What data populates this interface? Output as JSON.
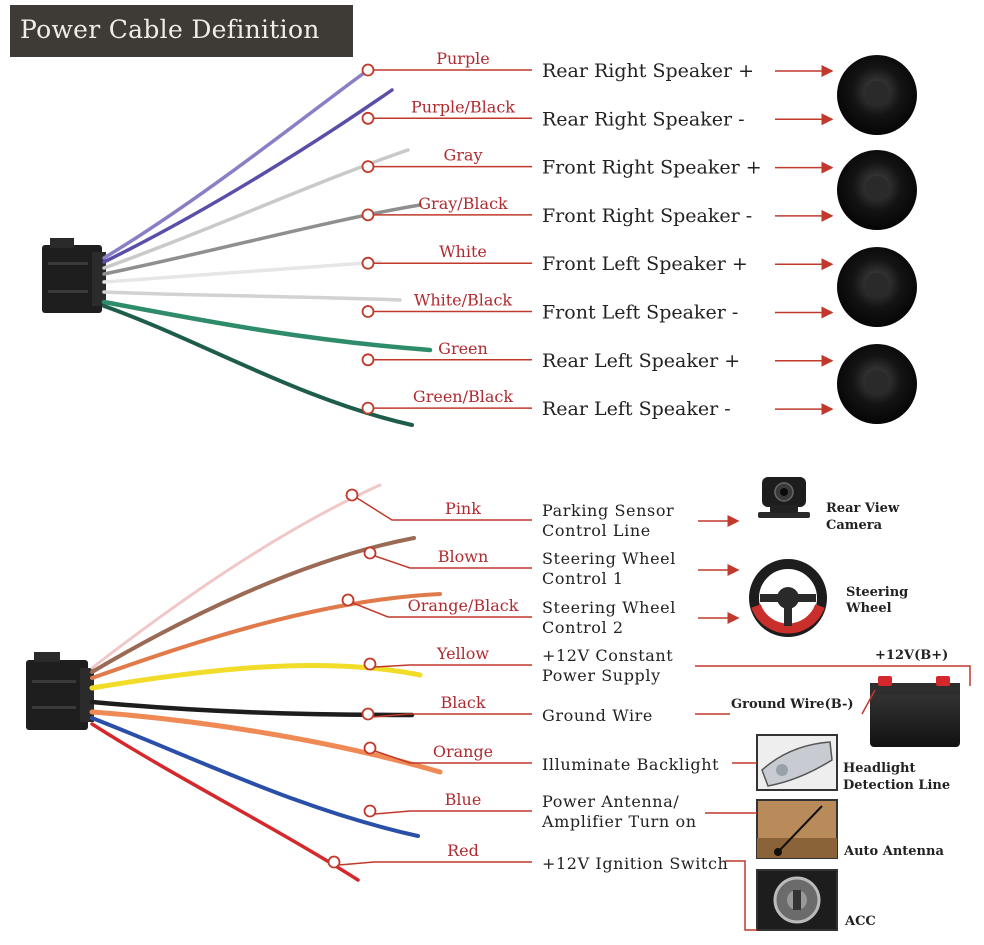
{
  "title": "Power Cable Definition",
  "colors": {
    "accent_red": "#c0392b",
    "title_bg": "#3e3a36",
    "title_text": "#f1ede6"
  },
  "speaker_wires": [
    {
      "label": "Purple",
      "function": "Rear Right Speaker +",
      "color": "#8a7fc4"
    },
    {
      "label": "Purple/Black",
      "function": "Rear Right Speaker -",
      "color": "#5a4fa8"
    },
    {
      "label": "Gray",
      "function": "Front Right Speaker +",
      "color": "#c9c9c9"
    },
    {
      "label": "Gray/Black",
      "function": "Front Right Speaker -",
      "color": "#8f8f8f"
    },
    {
      "label": "White",
      "function": "Front Left Speaker +",
      "color": "#e6e6e6"
    },
    {
      "label": "White/Black",
      "function": "Front Left Speaker -",
      "color": "#d2d2d2"
    },
    {
      "label": "Green",
      "function": "Rear Left Speaker +",
      "color": "#2f8c6a"
    },
    {
      "label": "Green/Black",
      "function": "Rear Left Speaker -",
      "color": "#1e5d4c"
    }
  ],
  "power_wires": [
    {
      "label": "Pink",
      "function": [
        "Parking Sensor",
        "Control Line"
      ],
      "color": "#f0c8c8"
    },
    {
      "label": "Blown",
      "function": [
        "Steering Wheel",
        "Control 1"
      ],
      "color": "#9a6a55"
    },
    {
      "label": "Orange/Black",
      "function": [
        "Steering Wheel",
        "Control 2"
      ],
      "color": "#e07a4a"
    },
    {
      "label": "Yellow",
      "function": [
        "+12V Constant",
        "Power Supply"
      ],
      "color": "#f2dc2a"
    },
    {
      "label": "Black",
      "function": [
        "Ground Wire"
      ],
      "color": "#1d1d1d"
    },
    {
      "label": "Orange",
      "function": [
        "Illuminate Backlight"
      ],
      "color": "#f08a55"
    },
    {
      "label": "Blue",
      "function": [
        "Power Antenna/",
        "Amplifier Turn on"
      ],
      "color": "#2a4fa8"
    },
    {
      "label": "Red",
      "function": [
        "+12V Ignition Switch"
      ],
      "color": "#d4282c"
    }
  ],
  "devices": {
    "rear_view_camera": [
      "Rear View",
      "Camera"
    ],
    "steering_wheel": [
      "Steering",
      "Wheel"
    ],
    "battery_positive": "+12V(B+)",
    "battery_ground": "Ground Wire(B-)",
    "headlight": [
      "Headlight",
      "Detection Line"
    ],
    "auto_antenna": "Auto Antenna",
    "acc": "ACC"
  }
}
